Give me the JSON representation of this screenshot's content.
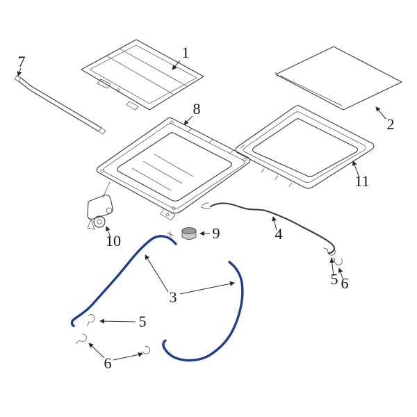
{
  "diagram": {
    "colors": {
      "accent": "#1e3d8f",
      "line": "#3f3f3f",
      "label": "#151515",
      "background": "#ffffff"
    },
    "callouts": [
      {
        "id": "callout-7",
        "text": "7"
      },
      {
        "id": "callout-1",
        "text": "1"
      },
      {
        "id": "callout-2",
        "text": "2"
      },
      {
        "id": "callout-8",
        "text": "8"
      },
      {
        "id": "callout-11",
        "text": "11"
      },
      {
        "id": "callout-10",
        "text": "10"
      },
      {
        "id": "callout-9",
        "text": "9"
      },
      {
        "id": "callout-4",
        "text": "4"
      },
      {
        "id": "callout-5-right",
        "text": "5"
      },
      {
        "id": "callout-6-right",
        "text": "6"
      },
      {
        "id": "callout-3",
        "text": "3"
      },
      {
        "id": "callout-5-bottom",
        "text": "5"
      },
      {
        "id": "callout-6-bottom",
        "text": "6"
      }
    ]
  }
}
